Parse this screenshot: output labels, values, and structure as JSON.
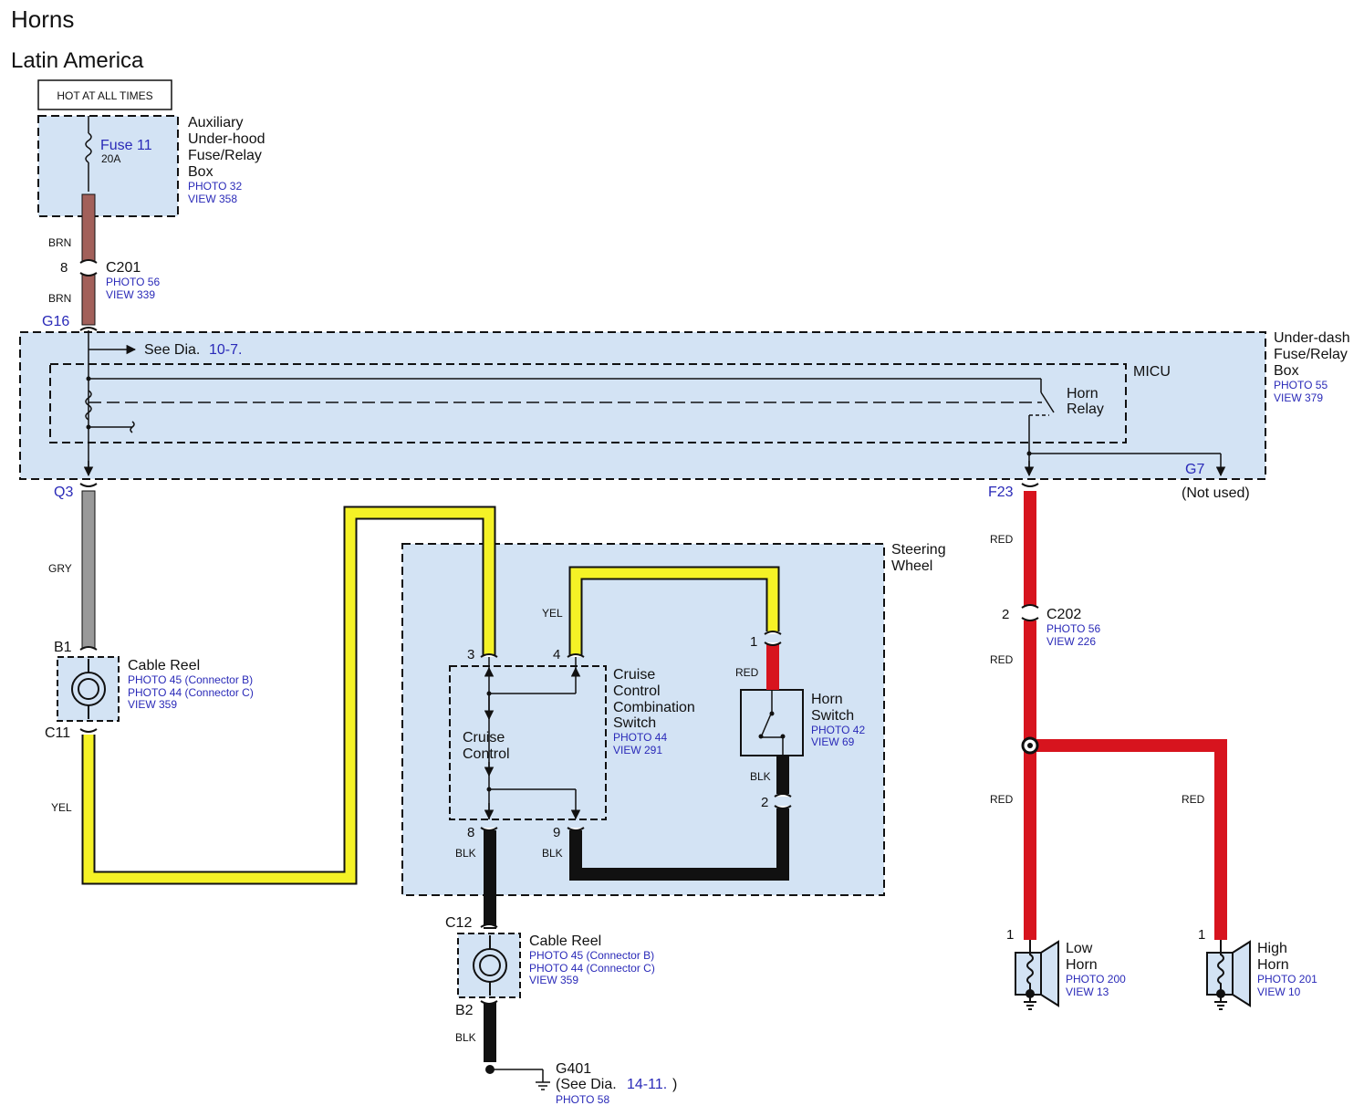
{
  "header": {
    "title": "Horns",
    "subtitle": "Latin America"
  },
  "colors": {
    "box_fill": "#d3e3f4",
    "brn": "#a2605a",
    "gry": "#999999",
    "yel": "#f5f226",
    "red": "#d7141e",
    "blk": "#111111",
    "ref_blue": "#2a2ab8"
  },
  "power_label": "HOT AT ALL TIMES",
  "aux_box": {
    "fuse_name": "Fuse 11",
    "fuse_rating": "20A",
    "name_lines": [
      "Auxiliary",
      "Under-hood",
      "Fuse/Relay",
      "Box"
    ],
    "photo": "PHOTO 32",
    "view": "VIEW 358"
  },
  "wires": {
    "brn_top": "BRN",
    "brn_bottom": "BRN",
    "gry": "GRY",
    "yel_left": "YEL",
    "yel_sw": "YEL",
    "red_sw": "RED",
    "blk_sw": "BLK",
    "blk_8": "BLK",
    "blk_9": "BLK",
    "blk_b2": "BLK",
    "red_f23": "RED",
    "red_c202": "RED",
    "red_low": "RED",
    "red_high": "RED"
  },
  "c201": {
    "pin": "8",
    "name": "C201",
    "photo": "PHOTO 56",
    "view": "VIEW 339"
  },
  "c202": {
    "pin": "2",
    "name": "C202",
    "photo": "PHOTO 56",
    "view": "VIEW 226"
  },
  "underdash": {
    "g16": "G16",
    "q3": "Q3",
    "f23": "F23",
    "g7": "G7",
    "not_used": "(Not used)",
    "see_dia": "See Dia.",
    "see_dia_ref": "10-7.",
    "micu": "MICU",
    "relay_lines": [
      "Horn",
      "Relay"
    ],
    "name_lines": [
      "Under-dash",
      "Fuse/Relay",
      "Box"
    ],
    "photo": "PHOTO 55",
    "view": "VIEW 379"
  },
  "cable_reel_1": {
    "top_pin": "B1",
    "bottom_pin": "C11",
    "name": "Cable Reel",
    "ref1": "PHOTO 45 (Connector B)",
    "ref2": "PHOTO 44 (Connector C)",
    "view": "VIEW 359"
  },
  "steering_wheel": {
    "name_lines": [
      "Steering",
      "Wheel"
    ]
  },
  "cruise_switch": {
    "pin3": "3",
    "pin4": "4",
    "pin8": "8",
    "pin9": "9",
    "inner_lines": [
      "Cruise",
      "Control"
    ],
    "name_lines": [
      "Cruise",
      "Control",
      "Combination",
      "Switch"
    ],
    "photo": "PHOTO 44",
    "view": "VIEW 291"
  },
  "horn_switch": {
    "pin1": "1",
    "pin2": "2",
    "name_lines": [
      "Horn",
      "Switch"
    ],
    "photo": "PHOTO 42",
    "view": "VIEW 69"
  },
  "cable_reel_2": {
    "top_pin": "C12",
    "bottom_pin": "B2",
    "name": "Cable Reel",
    "ref1": "PHOTO 45 (Connector B)",
    "ref2": "PHOTO 44 (Connector C)",
    "view": "VIEW 359"
  },
  "g401": {
    "name": "G401",
    "see_pre": "(See Dia.",
    "see_ref": "14-11.",
    "see_post": ")",
    "photo": "PHOTO 58"
  },
  "low_horn": {
    "pin": "1",
    "name_lines": [
      "Low",
      "Horn"
    ],
    "photo": "PHOTO 200",
    "view": "VIEW 13"
  },
  "high_horn": {
    "pin": "1",
    "name_lines": [
      "High",
      "Horn"
    ],
    "photo": "PHOTO 201",
    "view": "VIEW 10"
  }
}
